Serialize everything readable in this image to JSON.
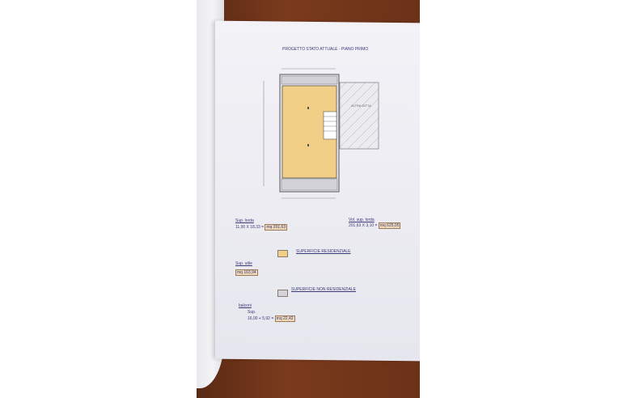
{
  "sheet": {
    "title": "PROGETTO STATO ATTUALE - PIANO PRIMO",
    "sup_lorda_label": "Sup. lorda",
    "sup_lorda_calc": "11,00 X 18,33 =",
    "sup_lorda_value": "mq 201,63",
    "vol_lorda_label": "Vol. sup. lorda",
    "vol_lorda_calc": "201,63 X 3,10 =",
    "vol_lorda_value": "mq 625,05",
    "legend_residential": "SUPERFICIE RESIDENZIALE",
    "sup_utile_label": "Sup. utile",
    "sup_utile_value": "mq 163,94",
    "legend_non_residential": "SUPERFICIE NON RESIDENZIALE",
    "balconi_label": "balconi",
    "balconi_sup_label": "Sup.",
    "balconi_calc": "16,00 + 5,92 =",
    "balconi_value": "mq 22,42",
    "plan_side_label": "ALTRA DITTA"
  },
  "colors": {
    "residential": "#f2cf86",
    "non_residential": "#d2d2d8",
    "ink": "#3a3a7a",
    "table": "#6b3218"
  }
}
